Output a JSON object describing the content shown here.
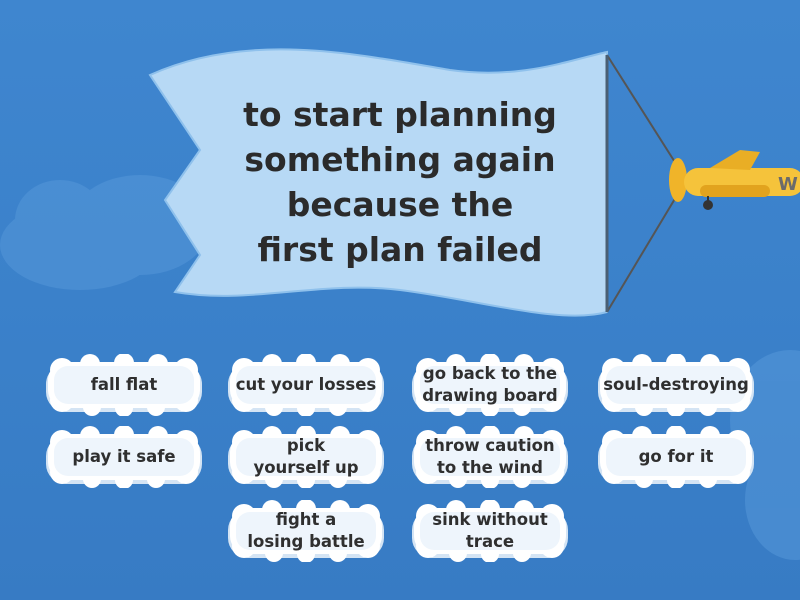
{
  "question": {
    "text": "to start planning\nsomething again\nbecause the\nfirst plan failed"
  },
  "plane": {
    "logo": "W"
  },
  "colors": {
    "sky": "#3f86cf",
    "banner": "#b7d9f5",
    "plane": "#f5c33b",
    "text": "#2b2b2b"
  },
  "answers": [
    {
      "label": "fall flat"
    },
    {
      "label": "cut your losses"
    },
    {
      "label": "go back to the\ndrawing board"
    },
    {
      "label": "soul-destroying"
    },
    {
      "label": "play it safe"
    },
    {
      "label": "pick\nyourself up"
    },
    {
      "label": "throw caution\nto the wind"
    },
    {
      "label": "go for it"
    },
    {
      "label": "fight a\nlosing battle"
    },
    {
      "label": "sink without\ntrace"
    }
  ]
}
